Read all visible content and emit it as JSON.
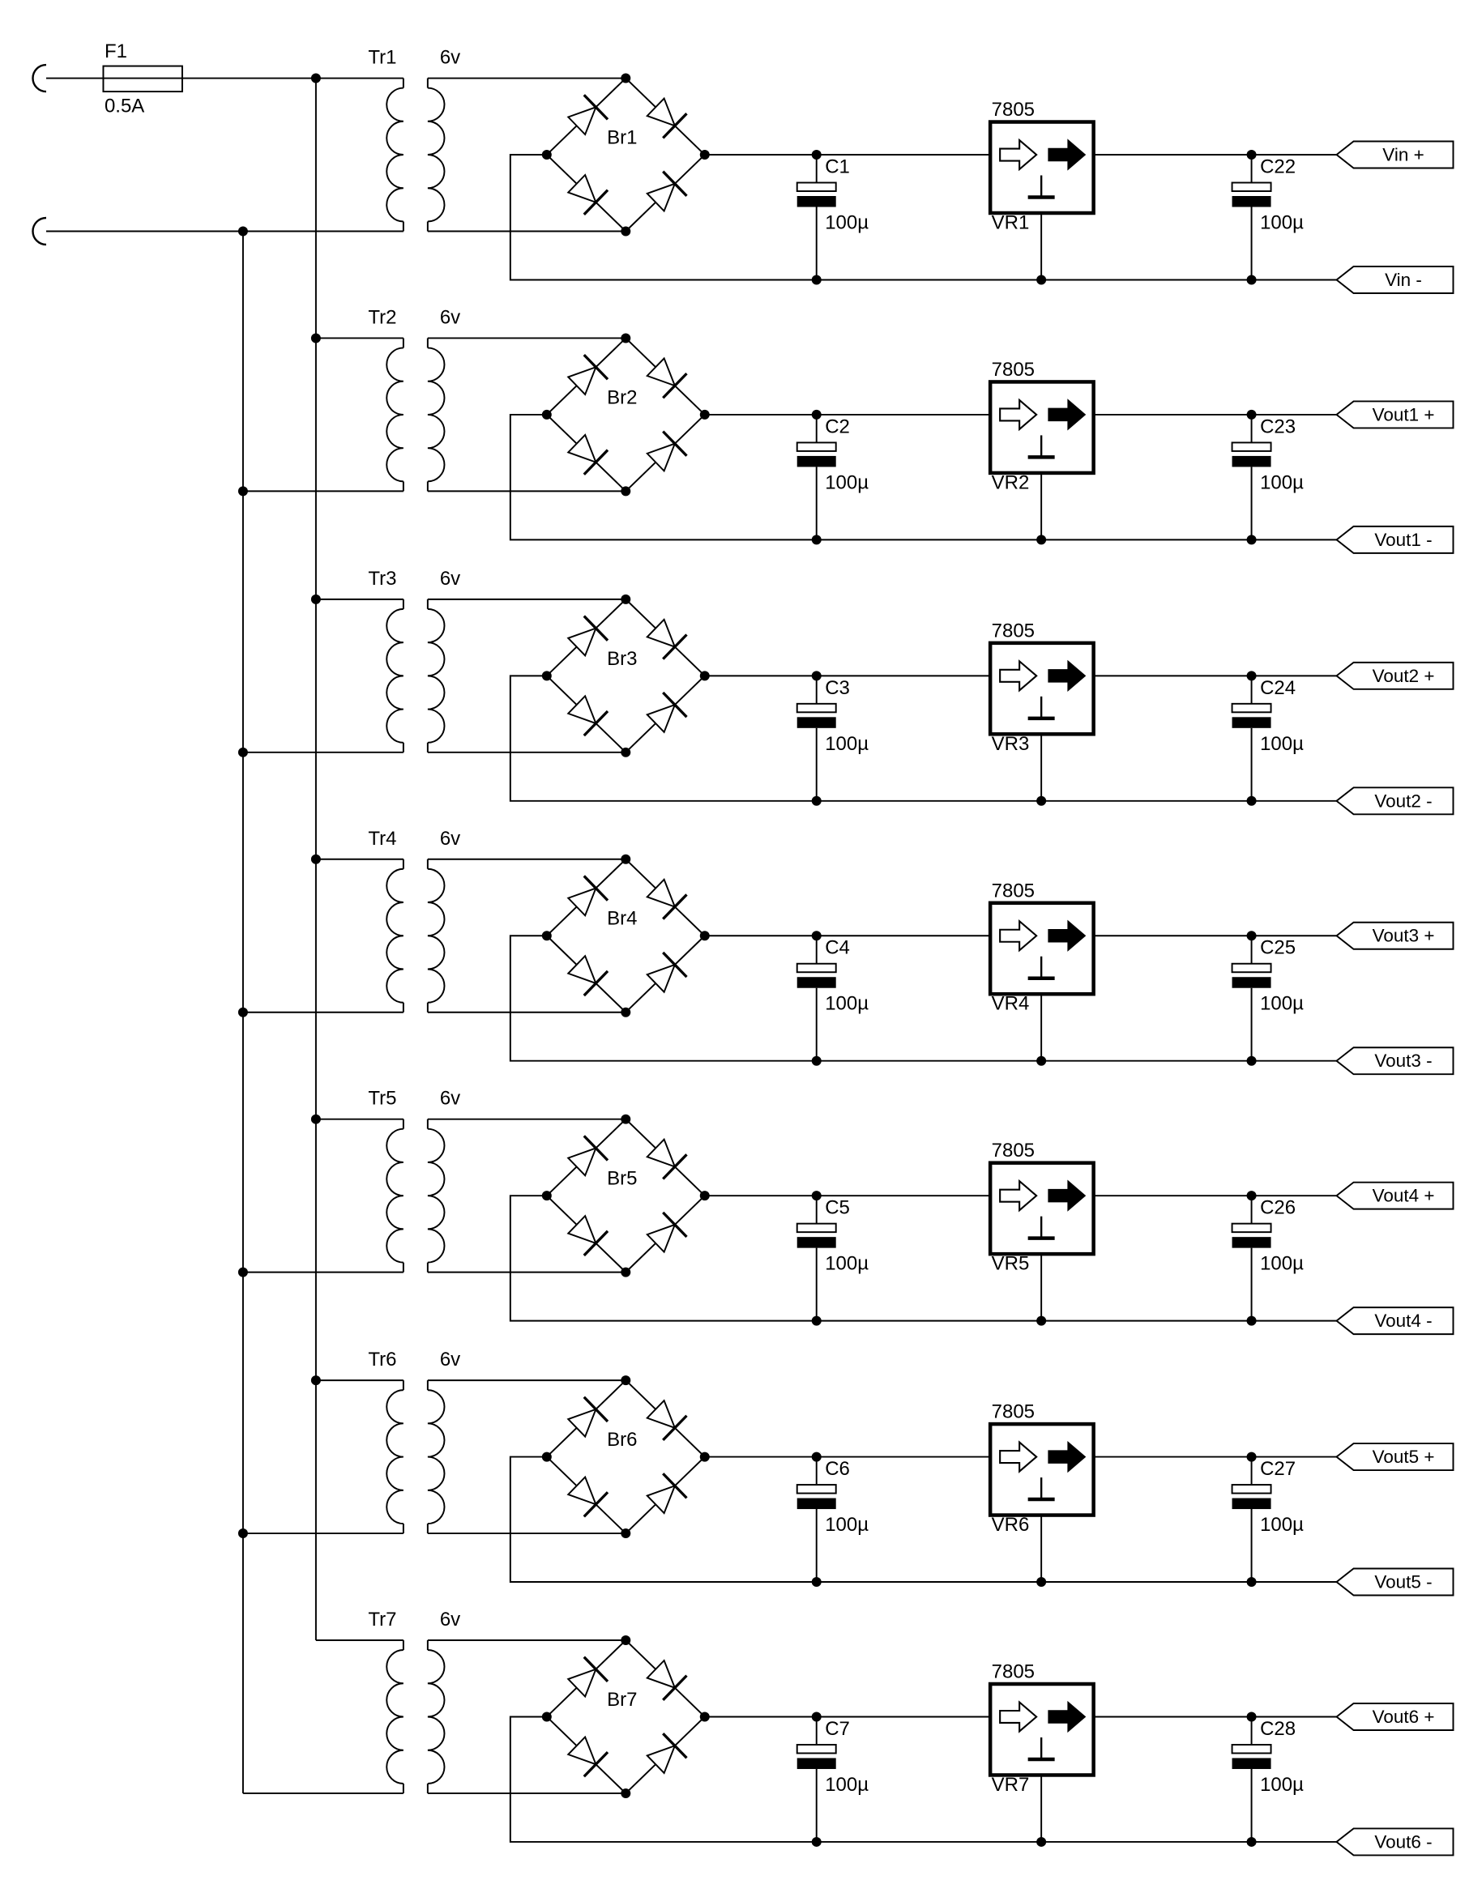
{
  "diagram": {
    "kind": "circuit-schematic",
    "description": "Fused AC input feeding seven isolated 6v transformer channels, each with a bridge rectifier, 100µ smoothing capacitor, 7805 regulator and 100µ output capacitor",
    "ink": "#000000",
    "background": "#ffffff"
  },
  "input": {
    "fuse_ref": "F1",
    "fuse_value": "0.5A"
  },
  "channels": [
    {
      "transformer": "Tr1",
      "secondary": "6v",
      "bridge": "Br1",
      "cap_in": "C1",
      "cap_in_value": "100µ",
      "regulator_part": "7805",
      "regulator_ref": "VR1",
      "cap_out": "C22",
      "cap_out_value": "100µ",
      "terminal_pos": "Vin +",
      "terminal_neg": "Vin -"
    },
    {
      "transformer": "Tr2",
      "secondary": "6v",
      "bridge": "Br2",
      "cap_in": "C2",
      "cap_in_value": "100µ",
      "regulator_part": "7805",
      "regulator_ref": "VR2",
      "cap_out": "C23",
      "cap_out_value": "100µ",
      "terminal_pos": "Vout1 +",
      "terminal_neg": "Vout1 -"
    },
    {
      "transformer": "Tr3",
      "secondary": "6v",
      "bridge": "Br3",
      "cap_in": "C3",
      "cap_in_value": "100µ",
      "regulator_part": "7805",
      "regulator_ref": "VR3",
      "cap_out": "C24",
      "cap_out_value": "100µ",
      "terminal_pos": "Vout2 +",
      "terminal_neg": "Vout2 -"
    },
    {
      "transformer": "Tr4",
      "secondary": "6v",
      "bridge": "Br4",
      "cap_in": "C4",
      "cap_in_value": "100µ",
      "regulator_part": "7805",
      "regulator_ref": "VR4",
      "cap_out": "C25",
      "cap_out_value": "100µ",
      "terminal_pos": "Vout3 +",
      "terminal_neg": "Vout3 -"
    },
    {
      "transformer": "Tr5",
      "secondary": "6v",
      "bridge": "Br5",
      "cap_in": "C5",
      "cap_in_value": "100µ",
      "regulator_part": "7805",
      "regulator_ref": "VR5",
      "cap_out": "C26",
      "cap_out_value": "100µ",
      "terminal_pos": "Vout4 +",
      "terminal_neg": "Vout4 -"
    },
    {
      "transformer": "Tr6",
      "secondary": "6v",
      "bridge": "Br6",
      "cap_in": "C6",
      "cap_in_value": "100µ",
      "regulator_part": "7805",
      "regulator_ref": "VR6",
      "cap_out": "C27",
      "cap_out_value": "100µ",
      "terminal_pos": "Vout5 +",
      "terminal_neg": "Vout5 -"
    },
    {
      "transformer": "Tr7",
      "secondary": "6v",
      "bridge": "Br7",
      "cap_in": "C7",
      "cap_in_value": "100µ",
      "regulator_part": "7805",
      "regulator_ref": "VR7",
      "cap_out": "C28",
      "cap_out_value": "100µ",
      "terminal_pos": "Vout6 +",
      "terminal_neg": "Vout6 -"
    }
  ]
}
